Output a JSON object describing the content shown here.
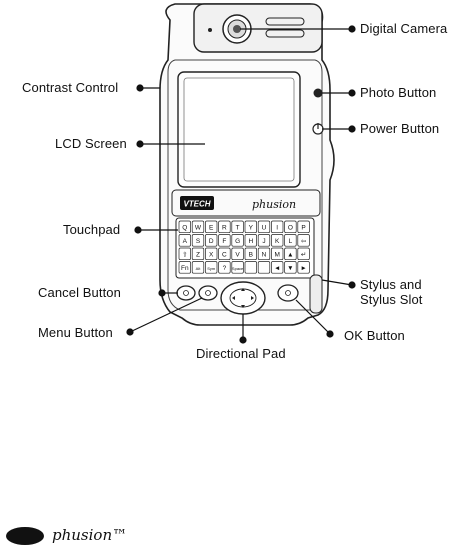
{
  "labels": {
    "digital_camera": "Digital Camera",
    "contrast_control": "Contrast Control",
    "photo_button": "Photo Button",
    "power_button": "Power Button",
    "lcd_screen": "LCD Screen",
    "touchpad": "Touchpad",
    "cancel_button": "Cancel Button",
    "stylus_slot": "Stylus and Stylus Slot",
    "menu_button": "Menu Button",
    "ok_button": "OK Button",
    "directional_pad": "Directional Pad"
  },
  "device": {
    "brand_badge": "VTECH",
    "model_name": "phusion",
    "keyboard_rows": [
      [
        "Q",
        "W",
        "E",
        "R",
        "T",
        "Y",
        "U",
        "I",
        "O",
        "P"
      ],
      [
        "A",
        "S",
        "D",
        "F",
        "G",
        "H",
        "J",
        "K",
        "L",
        "⇦"
      ],
      [
        "⇧",
        "Z",
        "X",
        "C",
        "V",
        "B",
        "N",
        "M",
        "▲",
        "↵"
      ],
      [
        "Fn",
        "Alt",
        "Sym",
        "?",
        "Space",
        "",
        "",
        "◄",
        "▼",
        "►"
      ]
    ]
  },
  "footer": {
    "brand": "phusion™"
  }
}
